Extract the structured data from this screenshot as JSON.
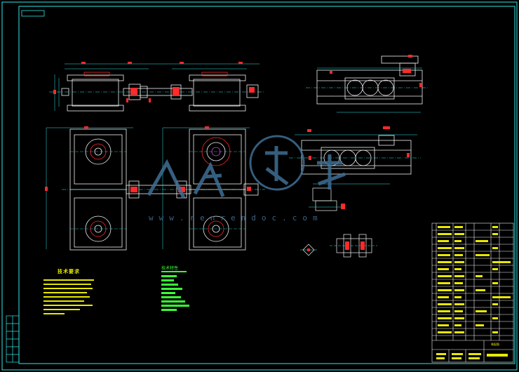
{
  "drawing": {
    "technical_requirements_title": "技术要求",
    "legend_title": "技术特性",
    "watermark_url": "www.renrendoc.com",
    "title_block_mark": "装配图"
  },
  "colors": {
    "background": "#000000",
    "frame": "#2fe7e7",
    "part_lines": "#f2f2f2",
    "dimensions": "#2fe7e7",
    "dimension_ticks": "#ff2a2a",
    "notes_text": "#e8e800",
    "legend_text": "#39ff39",
    "title_block_text": "#e8e800",
    "watermark": "#3f6f95"
  }
}
